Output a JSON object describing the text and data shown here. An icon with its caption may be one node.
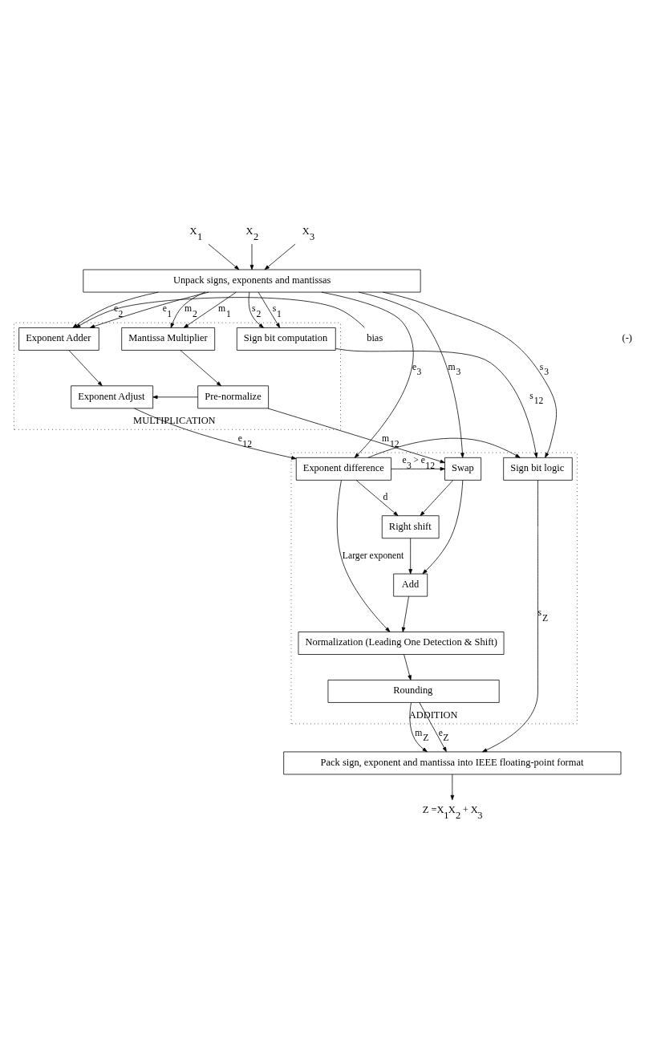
{
  "diagram": {
    "nodes": [
      {
        "text": [
          "Unpack signs, exponents and mantissas"
        ]
      },
      {
        "text": [
          "MULTIPLICATION"
        ]
      },
      {
        "text": [
          "Sign bit computation"
        ],
        "in": 1
      },
      {
        "text": [
          "Exponent Adder"
        ],
        "in": 1
      },
      {
        "text": [
          "Mantissa Multiplier"
        ],
        "in": 1
      },
      {
        "text": [
          "Exponent Adjust"
        ],
        "in": 1
      },
      {
        "text": [
          "Pre-normalize"
        ],
        "in": 1
      },
      {
        "text": [
          "ADDITION"
        ]
      },
      {
        "text": [
          "Sign bit logic"
        ],
        "in": 7
      },
      {
        "text": [
          "Exponent difference"
        ],
        "in": 7
      },
      {
        "text": [
          "Swap"
        ],
        "in": 7
      },
      {
        "text": [
          "Right shift"
        ],
        "in": 7
      },
      {
        "text": [
          "Add"
        ],
        "in": 7
      },
      {
        "text": [
          "Normalization (Leading One Detection & Shift)"
        ],
        "in": 7
      },
      {
        "text": [
          "Rounding"
        ],
        "in": 7
      },
      {
        "text": [
          "Pack sign, exponent and mantissa into IEEE floating-point format"
        ]
      },
      {
        "text": [
          "X$_{1}$"
        ]
      },
      {
        "text": [
          "X$_{2}$"
        ]
      },
      {
        "text": [
          "X$_{3}$"
        ]
      },
      {
        "text": [
          "bias"
        ]
      },
      {
        "text": [
          "Z =X$_{1}$X$_{2}$ + X$_{3}$"
        ]
      }
    ],
    "edges": [
      {
        "from": 16,
        "to": 0,
        "arrow": "to"
      },
      {
        "from": 17,
        "to": 0,
        "arrow": "to"
      },
      {
        "from": 18,
        "to": 0,
        "arrow": "to"
      },
      {
        "from": 0,
        "to": 2,
        "arrow": "to",
        "label": "s$_{1}$"
      },
      {
        "from": 0,
        "to": 2,
        "arrow": "to",
        "label": "s$_{2}$"
      },
      {
        "from": 0,
        "to": 3,
        "arrow": "to",
        "label": "e$_{1}$"
      },
      {
        "from": 0,
        "to": 3,
        "arrow": "to",
        "label": "e$_{2}$"
      },
      {
        "from": 0,
        "to": 4,
        "arrow": "to",
        "label": "m$_{1}$"
      },
      {
        "from": 0,
        "to": 4,
        "arrow": "to",
        "label": "m$_{2}$"
      },
      {
        "from": 19,
        "to": 3,
        "arrow": "to"
      },
      {
        "from": 3,
        "to": 5,
        "arrow": "to"
      },
      {
        "from": 4,
        "to": 6,
        "arrow": "to"
      },
      {
        "from": 6,
        "to": 5,
        "arrow": "to"
      },
      {
        "from": 0,
        "to": 8,
        "arrow": "to",
        "label": "s$_{3}$"
      },
      {
        "from": 0,
        "to": 9,
        "arrow": "to",
        "label": "e$_{3}$"
      },
      {
        "from": 0,
        "to": 10,
        "arrow": "to",
        "label": "m$_{3}$"
      },
      {
        "from": 2,
        "to": 8,
        "arrow": "to",
        "label": "s$_{12}$"
      },
      {
        "from": 5,
        "to": 9,
        "arrow": "to",
        "label": "e$_{12}$"
      },
      {
        "from": 6,
        "to": 10,
        "arrow": "to",
        "label": "m$_{12}$"
      },
      {
        "from": 9,
        "to": 8,
        "arrow": "to"
      },
      {
        "from": 9,
        "to": 10,
        "arrow": "to",
        "label": "e$_{3}$ > e$_{12}$"
      },
      {
        "from": 9,
        "to": 11,
        "arrow": "to",
        "label": "d"
      },
      {
        "from": 10,
        "to": 11,
        "arrow": "to"
      },
      {
        "from": 10,
        "to": 12,
        "arrow": "to"
      },
      {
        "from": 11,
        "to": 12,
        "arrow": "to"
      },
      {
        "from": 9,
        "to": 13,
        "arrow": "to",
        "label": "Larger exponent"
      },
      {
        "from": 12,
        "to": 13,
        "arrow": "to"
      },
      {
        "from": 13,
        "to": 14,
        "arrow": "to"
      },
      {
        "from": 8,
        "to": 15,
        "arrow": "to",
        "label": "s$_{Z}$"
      },
      {
        "from": 14,
        "to": 15,
        "arrow": "to",
        "label": "e$_{Z}$"
      },
      {
        "from": 14,
        "to": 15,
        "arrow": "to",
        "label": "m$_{Z}$"
      },
      {
        "from": 15,
        "to": 20,
        "arrow": "to"
      }
    ],
    "labels": [
      "(-)"
    ]
  }
}
